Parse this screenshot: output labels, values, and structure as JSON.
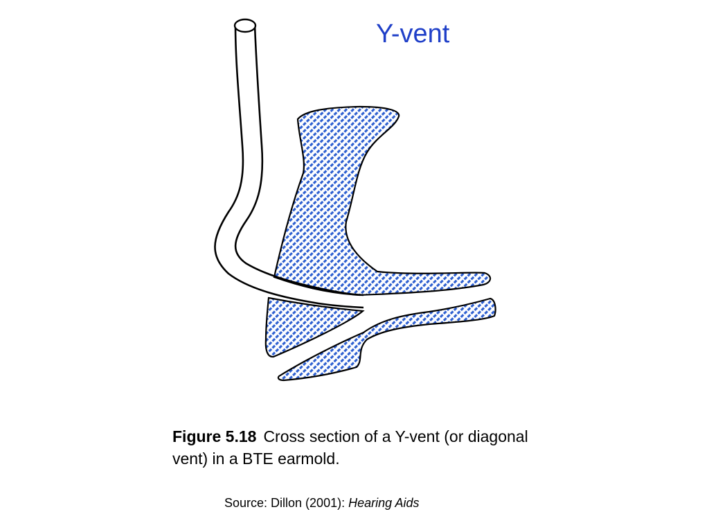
{
  "title": "Y-vent",
  "caption": {
    "label": "Figure 5.18",
    "text": "Cross section of a Y-vent (or diagonal vent) in a BTE earmold."
  },
  "source": {
    "prefix": "Source:  Dillon (2001): ",
    "book": "Hearing Aids"
  },
  "colors": {
    "title": "#1f3fc8",
    "hatch": "#2d5fd0",
    "outline": "#000000"
  }
}
